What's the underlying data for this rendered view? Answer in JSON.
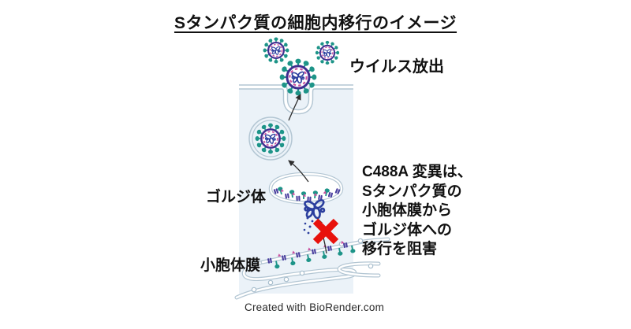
{
  "title": "Sタンパク質の細胞内移行のイメージ",
  "labels": {
    "virus_release": "ウイルス放出",
    "golgi": "ゴルジ体",
    "er_membrane": "小胞体膜",
    "annotation": "C488A 変異は、\nSタンパク質の\n小胞体膜から\nゴルジ体への\n移行を阻害",
    "credit": "Created with BioRender.com"
  },
  "icons": {
    "virus": "virus-particle-icon",
    "vesicle": "vesicle-icon",
    "golgi": "golgi-apparatus-icon",
    "er": "er-membrane-icon",
    "blocked": "red-cross-icon",
    "transport": "arrow-icon"
  },
  "colors": {
    "spike_teal": "#1d9488",
    "membrane_purple": "#3f2d8f",
    "accessory_pink": "#c94f9e",
    "rna_blue": "#2b3f9e",
    "membrane_line": "#b3c6d3",
    "cell_fill": "#ebf2f8",
    "block_red": "#e8120c",
    "protein_indigo": "#4a3f9f"
  }
}
